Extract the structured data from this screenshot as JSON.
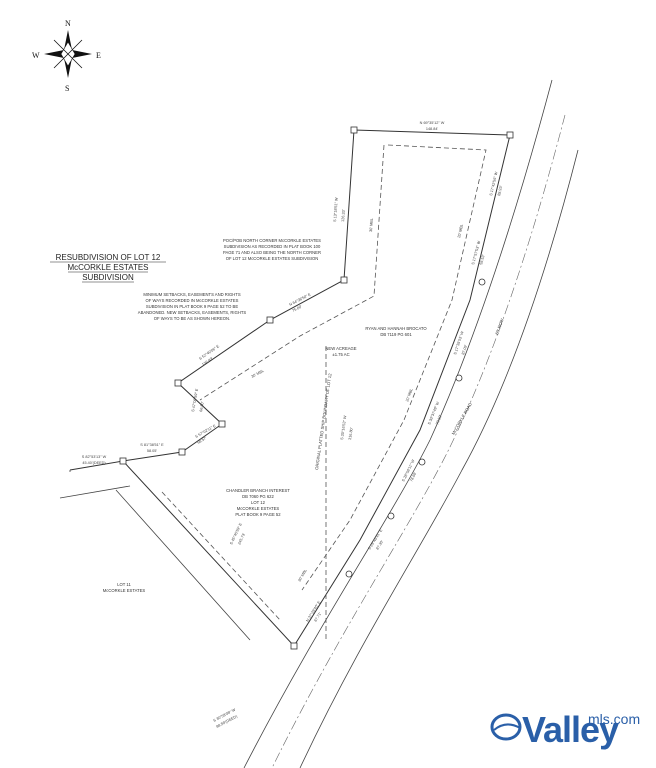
{
  "compass": {
    "north": "N",
    "south": "S",
    "east": "E",
    "west": "W"
  },
  "title": {
    "line1": "RESUBDIVISION OF LOT 12",
    "line2": "McCORKLE ESTATES",
    "line3": "SUBDIVISION"
  },
  "notes": {
    "corner_note": [
      "POC/POB NORTH CORNER McCORKLE ESTATES",
      "SUBDIVISION AS RECORDED IN PLAT BOOK 100",
      "PAGE 71 AND ALSO BEING THE NORTH CORNER",
      "OF LOT 12 McCORKLE ESTATES SUBDIVISION"
    ],
    "setback_note": [
      "MINIMUM SETBACKS, EASEMENTS AND RIGHTS",
      "OF WAYS RECORDED IN McCORKLE ESTATES",
      "SUBDIVISION IN PLAT BOOK 9 PAGE 52 TO BE",
      "ABANDONED. NEW SETBACKS, EASEMENTS, RIGHTS",
      "OF WAYS TO BE AS SHOWN HEREON."
    ],
    "owner": [
      "RYAN AND HANNAH BROCATO",
      "DB 7119 PG 601"
    ],
    "acreage": [
      "NEW ACREAGE",
      "±1.75 AC"
    ],
    "chandler": [
      "CHANDLER BRANCH INTEREST",
      "DB 7060 PG 622",
      "LOT 12",
      "McCORKLE ESTATES",
      "PLAT BOOK 9 PAGE 52"
    ],
    "lot11": [
      "LOT 11",
      "McCORKLE ESTATES"
    ],
    "road_name": "McCORKLE ROAD",
    "row": "60' ROW",
    "original_line": "ORIGINAL PLATTED SHIP BOUNDARY OF LOT 12"
  },
  "bearings": {
    "top": [
      "N 69°35'12\" W",
      "148.84'"
    ],
    "left_upper": [
      "S 13°18'51\" W",
      "126.33'"
    ],
    "right_upper": [
      "S 17°42'56\" W",
      "88.93'"
    ],
    "right_mid": [
      "S 17°57'53\" W",
      "58.53'"
    ],
    "right_lower1": [
      "S 17°36'53\" W",
      "87.09'"
    ],
    "diag1": [
      "N 64°38'50\" E",
      "75.60'"
    ],
    "diag2": [
      "S 52°40'06\" E",
      "136.83'"
    ],
    "short1": [
      "S 47°06'59\" E",
      "66.80'"
    ],
    "short2": [
      "S 57°02'11\" E",
      "58.57'"
    ],
    "short3": [
      "S 81°38'51\" E",
      "58.05'"
    ],
    "west": [
      "S 82°53'13\" W",
      "45.40'(DEED)"
    ],
    "interior": [
      "S 30°16'53\" W",
      "316.80'"
    ],
    "road_a": [
      "S 33°37'49\" W",
      "70.50'"
    ],
    "road_b": [
      "S 28°58'11\" W",
      "78.66'"
    ],
    "road_c": [
      "S 29°49'41\" E",
      "87.30'"
    ],
    "bottom_diag": [
      "S 45°45'59\" E",
      "245.73'"
    ],
    "bottom": [
      "N 37°29'40\" E",
      "67.71'"
    ],
    "bottom_left": [
      "S 30°58'08\" W",
      "88.58'(DEED)"
    ]
  },
  "setback_labels": {
    "s30a": "30' MBL",
    "s30b": "30' MBL",
    "s30c": "30' MBL",
    "s20a": "20' MBL",
    "s20b": "20' MBL"
  },
  "watermark": {
    "brand": "Valley",
    "domain": "mls.com"
  }
}
